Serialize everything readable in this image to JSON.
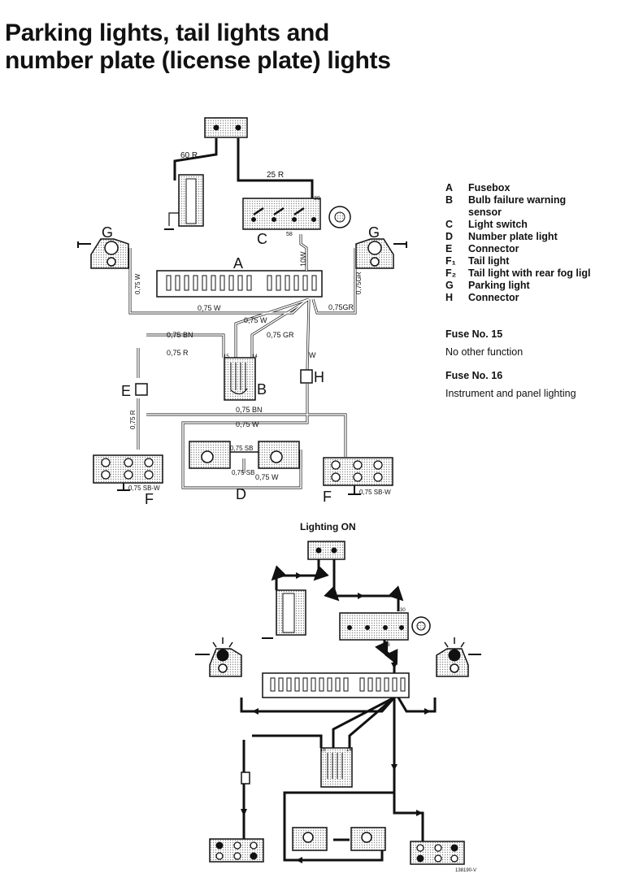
{
  "title": {
    "line1": "Parking lights, tail lights and",
    "line2": "number plate (license plate) lights"
  },
  "legend": [
    {
      "key": "A",
      "text": "Fusebox"
    },
    {
      "key": "B",
      "text": "Bulb failure warning"
    },
    {
      "key": "",
      "text": "sensor"
    },
    {
      "key": "C",
      "text": "Light switch"
    },
    {
      "key": "D",
      "text": "Number plate light"
    },
    {
      "key": "E",
      "text": "Connector"
    },
    {
      "key": "F₁",
      "text": "Tail light"
    },
    {
      "key": "F₂",
      "text": "Tail light with rear fog ligl"
    },
    {
      "key": "G",
      "text": "Parking light"
    },
    {
      "key": "H",
      "text": "Connector"
    }
  ],
  "fuses": [
    {
      "heading": "Fuse No. 15",
      "text": "No other function"
    },
    {
      "heading": "Fuse No. 16",
      "text": "Instrument and panel lighting"
    }
  ],
  "diagram_labels": {
    "A": "A",
    "B": "B",
    "C": "C",
    "D": "D",
    "E": "E",
    "F": "F",
    "G": "G",
    "H": "H",
    "w60r": "60 R",
    "w25r": "25 R",
    "w10w": "10W",
    "w075w_left": "0,75 W",
    "w075w_mid": "0,75 W",
    "w075w_mid2": "0,75 W",
    "w075gr_right": "0,75GR",
    "w075gr_v": "0,75GR",
    "w075bn": "0,75 BN",
    "w075r": "0,75 R",
    "w075gr": "0,75 GR",
    "wW": "W",
    "w075bn2": "0,75 BN",
    "w075w2": "0,75 W",
    "w075r_v": "0,75 R",
    "w075sb": "0,75 SB",
    "w075sb2": "0,75 SB",
    "w075w3": "0,75 W",
    "w075sbw_l": "0,75 SB-W",
    "w075sbw_r": "0,75 SB-W",
    "t30": "30",
    "t58": "58",
    "t15": "15",
    "t14": "14",
    "t30b": "30",
    "t58b": "58",
    "t15b": "15",
    "t14b": "14"
  },
  "lighting_on": "Lighting ON",
  "ref_code": "138190-V"
}
